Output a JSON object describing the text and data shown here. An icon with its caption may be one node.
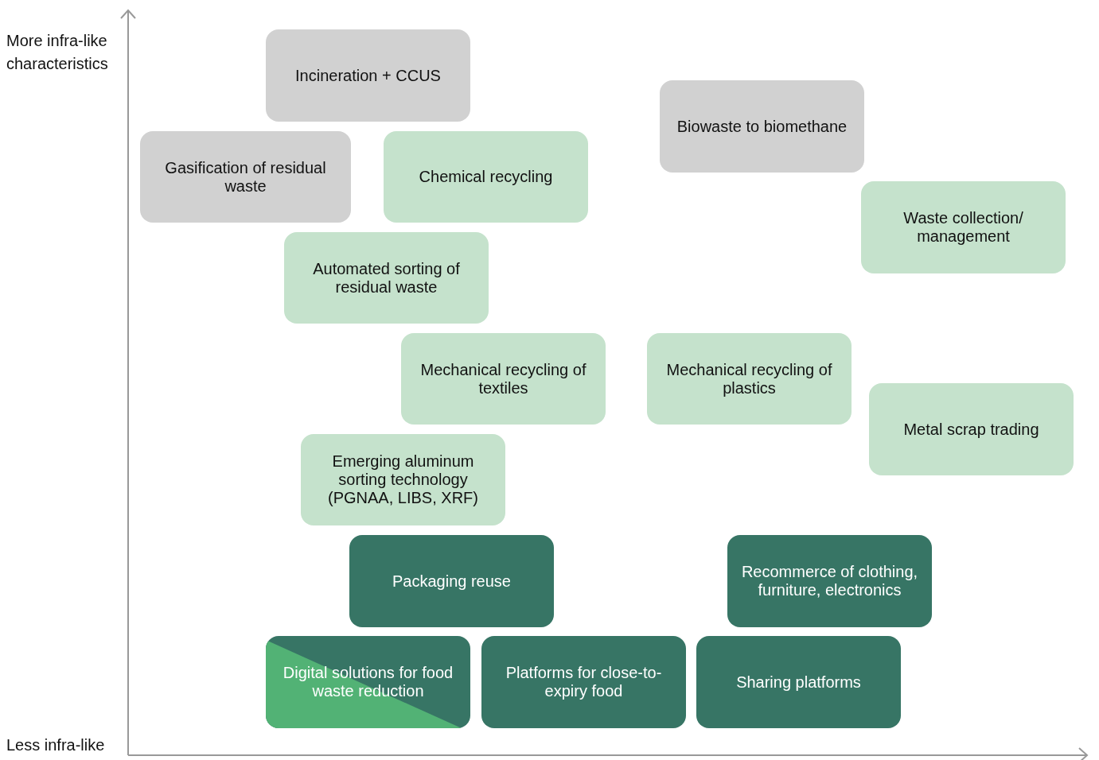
{
  "diagram": {
    "nodes": [
      {
        "text": [
          "Incineration + CCUS"
        ]
      },
      {
        "text": [
          "Biowaste to biomethane"
        ]
      },
      {
        "text": [
          "Gasification of residual waste"
        ]
      },
      {
        "text": [
          "Chemical recycling"
        ]
      },
      {
        "text": [
          "Waste collection/ management"
        ]
      },
      {
        "text": [
          "Automated sorting of residual waste"
        ]
      },
      {
        "text": [
          "Mechanical recycling of textiles"
        ]
      },
      {
        "text": [
          "Mechanical recycling of plastics"
        ]
      },
      {
        "text": [
          "Metal scrap trading"
        ]
      },
      {
        "text": [
          "Emerging aluminum sorting technology (PGNAA, LIBS, XRF)"
        ]
      },
      {
        "text": [
          "Packaging reuse"
        ]
      },
      {
        "text": [
          "Recommerce of clothing, furniture, electronics"
        ]
      },
      {
        "text": [
          "Digital solutions for food waste reduction"
        ]
      },
      {
        "text": [
          "Platforms for close-to-expiry food"
        ]
      },
      {
        "text": [
          "Sharing platforms"
        ]
      }
    ],
    "labels": [
      "More infra-like characteristics",
      "Less infra-like"
    ]
  }
}
